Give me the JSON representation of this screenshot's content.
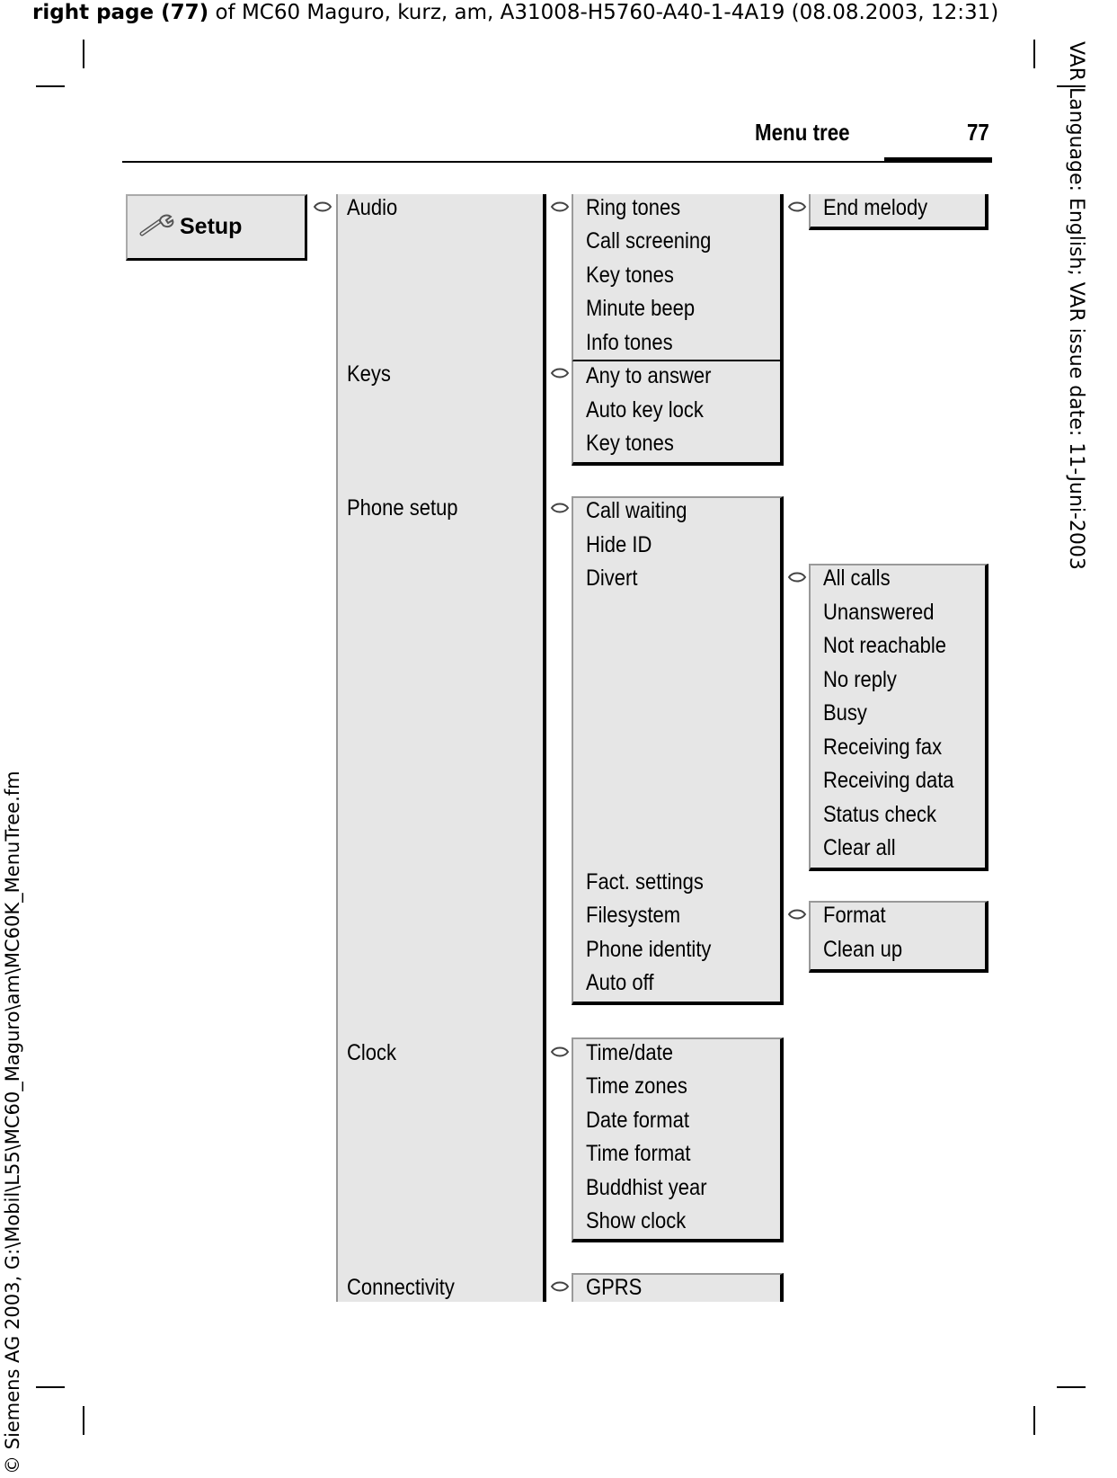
{
  "file_header": {
    "bold_part": "right page (77)",
    "rest": " of MC60 Maguro, kurz, am, A31008-H5760-A40-1-4A19 (08.08.2003, 12:31)"
  },
  "side_right_text": "VAR Language: English; VAR issue date: 11-Juni-2003",
  "side_left_text": "© Siemens AG 2003, G:\\Mobil\\L55\\MC60_Maguro\\am\\MC60K_MenuTree.fm",
  "running_head": {
    "title": "Menu tree",
    "page_number": "77"
  },
  "root": {
    "label": "Setup",
    "icon": "wrench-icon"
  },
  "level1": {
    "audio": "Audio",
    "keys": "Keys",
    "phone_setup": "Phone setup",
    "clock": "Clock",
    "connectivity": "Connectivity"
  },
  "audio_items": [
    "Ring tones",
    "Call screening",
    "Key tones",
    "Minute beep",
    "Info tones"
  ],
  "ring_tones_items": [
    "End melody"
  ],
  "keys_items": [
    "Any to answer",
    "Auto key lock",
    "Key tones"
  ],
  "phone_setup_items": {
    "call_waiting": "Call waiting",
    "hide_id": "Hide ID",
    "divert": "Divert",
    "fact_settings": "Fact. settings",
    "filesystem": "Filesystem",
    "phone_identity": "Phone identity",
    "auto_off": "Auto off"
  },
  "divert_items": [
    "All calls",
    "Unanswered",
    "Not reachable",
    "No reply",
    "Busy",
    "Receiving fax",
    "Receiving data",
    "Status check",
    "Clear all"
  ],
  "filesystem_items": [
    "Format",
    "Clean up"
  ],
  "clock_items": [
    "Time/date",
    "Time zones",
    "Date format",
    "Time format",
    "Buddhist year",
    "Show clock"
  ],
  "connectivity_items": [
    "GPRS"
  ],
  "icons": {
    "connector": "arrow-icon",
    "setup": "wrench-icon"
  }
}
